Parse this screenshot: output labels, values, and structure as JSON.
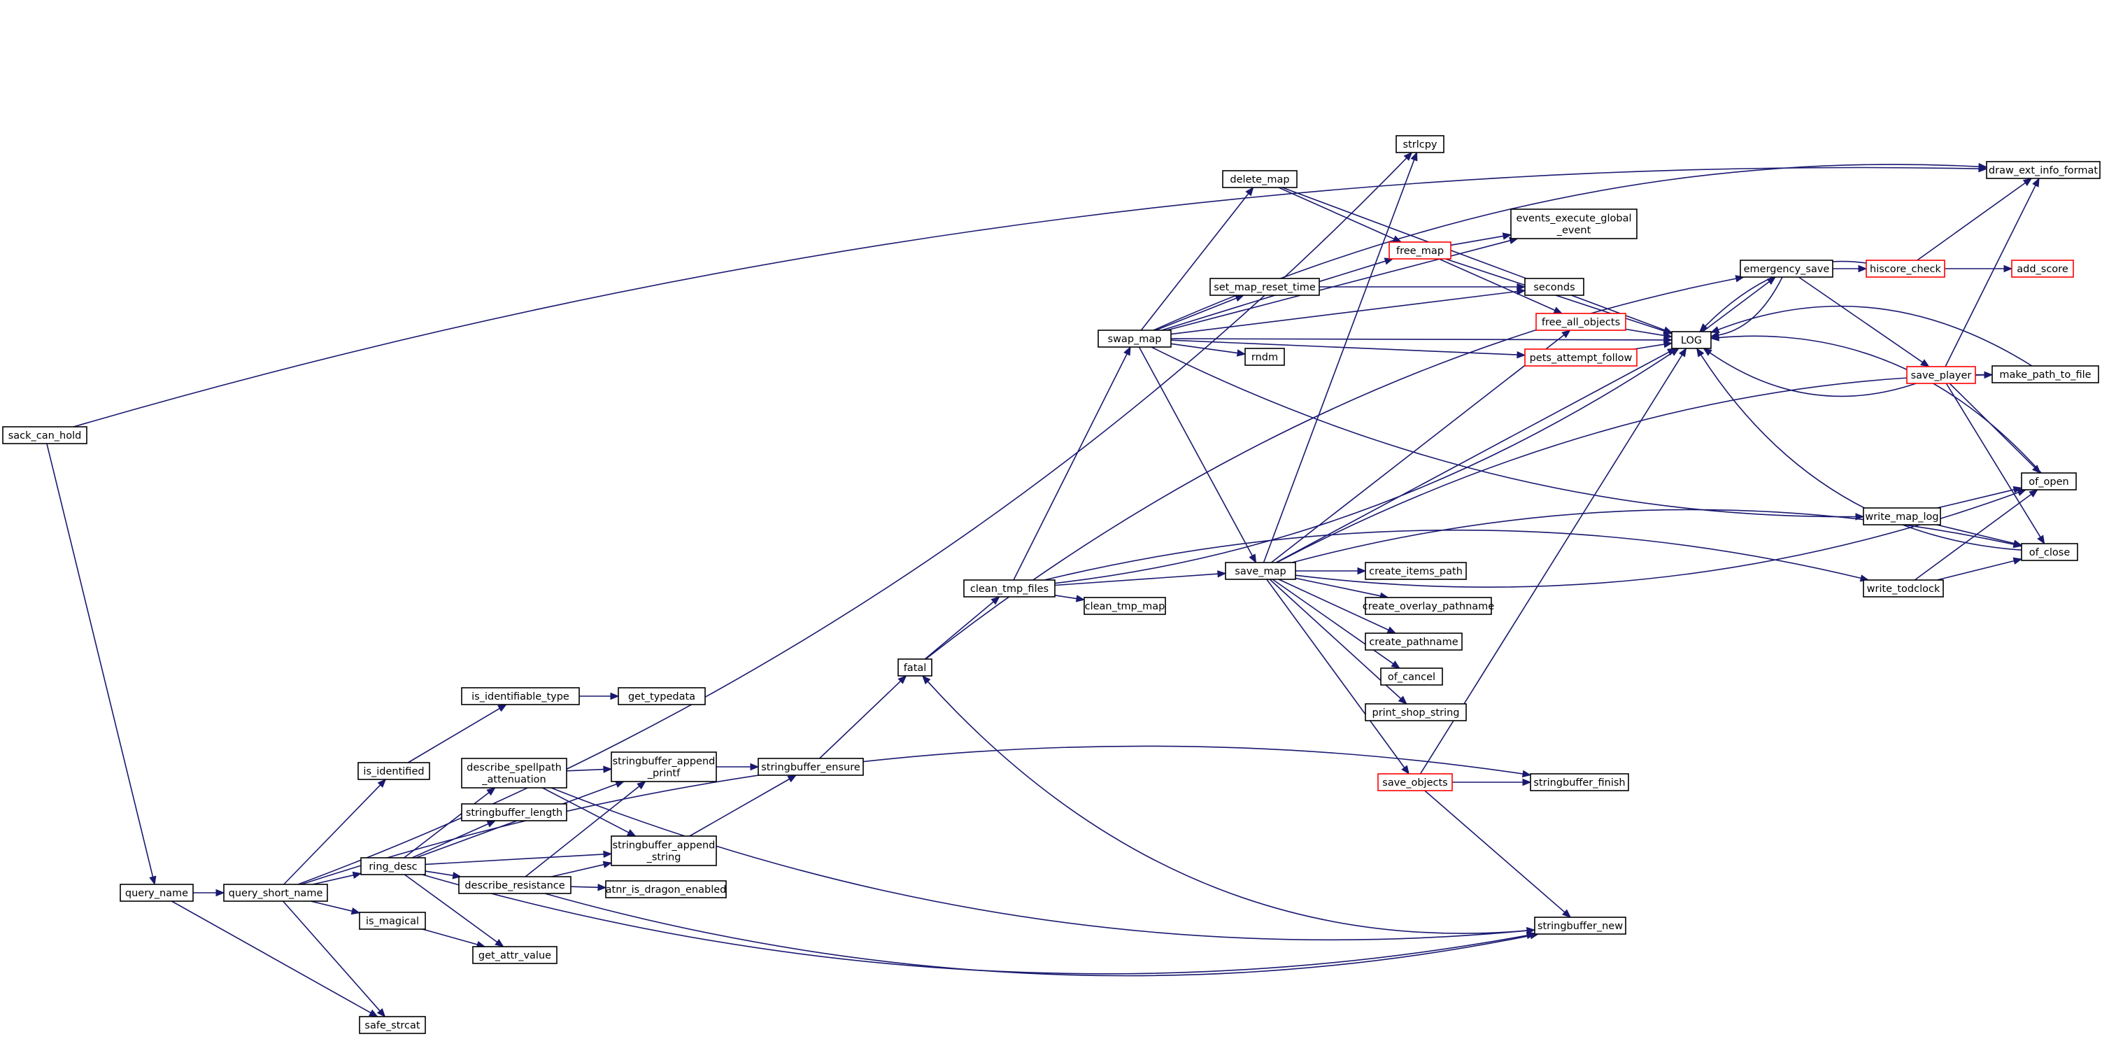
{
  "colors": {
    "edge": "#191970",
    "node_border": "#000000",
    "truncated_border": "#ff0000",
    "root_fill": "#bfbfbf"
  },
  "nodes": [
    {
      "id": "sack_can_hold",
      "label": [
        "sack_can_hold"
      ],
      "style": "root"
    },
    {
      "id": "query_name",
      "label": [
        "query_name"
      ],
      "style": "normal"
    },
    {
      "id": "query_short_name",
      "label": [
        "query_short_name"
      ],
      "style": "normal"
    },
    {
      "id": "safe_strcat",
      "label": [
        "safe_strcat"
      ],
      "style": "normal"
    },
    {
      "id": "is_identified",
      "label": [
        "is_identified"
      ],
      "style": "normal"
    },
    {
      "id": "ring_desc",
      "label": [
        "ring_desc"
      ],
      "style": "normal"
    },
    {
      "id": "is_magical",
      "label": [
        "is_magical"
      ],
      "style": "normal"
    },
    {
      "id": "is_identifiable_type",
      "label": [
        "is_identifiable_type"
      ],
      "style": "normal"
    },
    {
      "id": "get_typedata",
      "label": [
        "get_typedata"
      ],
      "style": "normal"
    },
    {
      "id": "describe_spellpath_attenuation",
      "label": [
        "describe_spellpath",
        "_attenuation"
      ],
      "style": "normal"
    },
    {
      "id": "stringbuffer_length",
      "label": [
        "stringbuffer_length"
      ],
      "style": "normal"
    },
    {
      "id": "describe_resistance",
      "label": [
        "describe_resistance"
      ],
      "style": "normal"
    },
    {
      "id": "get_attr_value",
      "label": [
        "get_attr_value"
      ],
      "style": "normal"
    },
    {
      "id": "stringbuffer_append_printf",
      "label": [
        "stringbuffer_append",
        "_printf"
      ],
      "style": "normal"
    },
    {
      "id": "stringbuffer_append_string",
      "label": [
        "stringbuffer_append",
        "_string"
      ],
      "style": "normal"
    },
    {
      "id": "atnr_is_dragon_enabled",
      "label": [
        "atnr_is_dragon_enabled"
      ],
      "style": "normal"
    },
    {
      "id": "stringbuffer_ensure",
      "label": [
        "stringbuffer_ensure"
      ],
      "style": "normal"
    },
    {
      "id": "fatal",
      "label": [
        "fatal"
      ],
      "style": "normal"
    },
    {
      "id": "clean_tmp_files",
      "label": [
        "clean_tmp_files"
      ],
      "style": "normal"
    },
    {
      "id": "clean_tmp_map",
      "label": [
        "clean_tmp_map"
      ],
      "style": "normal"
    },
    {
      "id": "swap_map",
      "label": [
        "swap_map"
      ],
      "style": "normal"
    },
    {
      "id": "delete_map",
      "label": [
        "delete_map"
      ],
      "style": "normal"
    },
    {
      "id": "set_map_reset_time",
      "label": [
        "set_map_reset_time"
      ],
      "style": "normal"
    },
    {
      "id": "rndm",
      "label": [
        "rndm"
      ],
      "style": "normal"
    },
    {
      "id": "save_map",
      "label": [
        "save_map"
      ],
      "style": "normal"
    },
    {
      "id": "create_items_path",
      "label": [
        "create_items_path"
      ],
      "style": "normal"
    },
    {
      "id": "create_overlay_pathname",
      "label": [
        "create_overlay_pathname"
      ],
      "style": "normal"
    },
    {
      "id": "create_pathname",
      "label": [
        "create_pathname"
      ],
      "style": "normal"
    },
    {
      "id": "of_cancel",
      "label": [
        "of_cancel"
      ],
      "style": "normal"
    },
    {
      "id": "print_shop_string",
      "label": [
        "print_shop_string"
      ],
      "style": "normal"
    },
    {
      "id": "save_objects",
      "label": [
        "save_objects"
      ],
      "style": "truncated"
    },
    {
      "id": "strlcpy",
      "label": [
        "strlcpy"
      ],
      "style": "normal"
    },
    {
      "id": "free_map",
      "label": [
        "free_map"
      ],
      "style": "truncated"
    },
    {
      "id": "events_execute_global_event",
      "label": [
        "events_execute_global",
        "_event"
      ],
      "style": "normal"
    },
    {
      "id": "seconds",
      "label": [
        "seconds"
      ],
      "style": "normal"
    },
    {
      "id": "free_all_objects",
      "label": [
        "free_all_objects"
      ],
      "style": "truncated"
    },
    {
      "id": "pets_attempt_follow",
      "label": [
        "pets_attempt_follow"
      ],
      "style": "truncated"
    },
    {
      "id": "stringbuffer_finish",
      "label": [
        "stringbuffer_finish"
      ],
      "style": "normal"
    },
    {
      "id": "stringbuffer_new",
      "label": [
        "stringbuffer_new"
      ],
      "style": "normal"
    },
    {
      "id": "LOG",
      "label": [
        "LOG"
      ],
      "style": "normal"
    },
    {
      "id": "emergency_save",
      "label": [
        "emergency_save"
      ],
      "style": "normal"
    },
    {
      "id": "hiscore_check",
      "label": [
        "hiscore_check"
      ],
      "style": "truncated"
    },
    {
      "id": "add_score",
      "label": [
        "add_score"
      ],
      "style": "truncated"
    },
    {
      "id": "save_player",
      "label": [
        "save_player"
      ],
      "style": "truncated"
    },
    {
      "id": "write_map_log",
      "label": [
        "write_map_log"
      ],
      "style": "normal"
    },
    {
      "id": "write_todclock",
      "label": [
        "write_todclock"
      ],
      "style": "normal"
    },
    {
      "id": "draw_ext_info_format",
      "label": [
        "draw_ext_info_format"
      ],
      "style": "normal"
    },
    {
      "id": "make_path_to_file",
      "label": [
        "make_path_to_file"
      ],
      "style": "normal"
    },
    {
      "id": "of_open",
      "label": [
        "of_open"
      ],
      "style": "normal"
    },
    {
      "id": "of_close",
      "label": [
        "of_close"
      ],
      "style": "normal"
    }
  ],
  "edges": [
    [
      "sack_can_hold",
      "query_name"
    ],
    [
      "sack_can_hold",
      "draw_ext_info_format"
    ],
    [
      "query_name",
      "query_short_name"
    ],
    [
      "query_name",
      "safe_strcat"
    ],
    [
      "query_short_name",
      "is_identified"
    ],
    [
      "query_short_name",
      "ring_desc"
    ],
    [
      "query_short_name",
      "is_magical"
    ],
    [
      "query_short_name",
      "safe_strcat"
    ],
    [
      "query_short_name",
      "strlcpy"
    ],
    [
      "query_short_name",
      "stringbuffer_finish"
    ],
    [
      "is_identified",
      "is_identifiable_type"
    ],
    [
      "is_identifiable_type",
      "get_typedata"
    ],
    [
      "ring_desc",
      "describe_spellpath_attenuation"
    ],
    [
      "ring_desc",
      "stringbuffer_length"
    ],
    [
      "ring_desc",
      "describe_resistance"
    ],
    [
      "ring_desc",
      "get_attr_value"
    ],
    [
      "ring_desc",
      "stringbuffer_append_printf"
    ],
    [
      "ring_desc",
      "stringbuffer_append_string"
    ],
    [
      "ring_desc",
      "stringbuffer_new"
    ],
    [
      "is_magical",
      "get_attr_value"
    ],
    [
      "describe_spellpath_attenuation",
      "stringbuffer_append_printf"
    ],
    [
      "describe_spellpath_attenuation",
      "stringbuffer_append_string"
    ],
    [
      "describe_spellpath_attenuation",
      "stringbuffer_new"
    ],
    [
      "describe_resistance",
      "stringbuffer_append_printf"
    ],
    [
      "describe_resistance",
      "stringbuffer_append_string"
    ],
    [
      "describe_resistance",
      "atnr_is_dragon_enabled"
    ],
    [
      "describe_resistance",
      "stringbuffer_new"
    ],
    [
      "stringbuffer_append_printf",
      "stringbuffer_ensure"
    ],
    [
      "stringbuffer_append_string",
      "stringbuffer_ensure"
    ],
    [
      "stringbuffer_ensure",
      "fatal"
    ],
    [
      "fatal",
      "clean_tmp_files"
    ],
    [
      "fatal",
      "emergency_save"
    ],
    [
      "clean_tmp_files",
      "swap_map"
    ],
    [
      "clean_tmp_files",
      "save_map"
    ],
    [
      "clean_tmp_files",
      "clean_tmp_map"
    ],
    [
      "clean_tmp_files",
      "write_todclock"
    ],
    [
      "clean_tmp_files",
      "LOG"
    ],
    [
      "swap_map",
      "delete_map"
    ],
    [
      "swap_map",
      "events_execute_global_event"
    ],
    [
      "swap_map",
      "free_map"
    ],
    [
      "swap_map",
      "set_map_reset_time"
    ],
    [
      "swap_map",
      "seconds"
    ],
    [
      "swap_map",
      "rndm"
    ],
    [
      "swap_map",
      "pets_attempt_follow"
    ],
    [
      "swap_map",
      "LOG"
    ],
    [
      "swap_map",
      "save_map"
    ],
    [
      "swap_map",
      "write_map_log"
    ],
    [
      "swap_map",
      "draw_ext_info_format"
    ],
    [
      "delete_map",
      "free_map"
    ],
    [
      "delete_map",
      "LOG"
    ],
    [
      "free_map",
      "events_execute_global_event"
    ],
    [
      "free_map",
      "free_all_objects"
    ],
    [
      "free_map",
      "LOG"
    ],
    [
      "set_map_reset_time",
      "seconds"
    ],
    [
      "save_map",
      "create_items_path"
    ],
    [
      "save_map",
      "create_overlay_pathname"
    ],
    [
      "save_map",
      "create_pathname"
    ],
    [
      "save_map",
      "of_cancel"
    ],
    [
      "save_map",
      "print_shop_string"
    ],
    [
      "save_map",
      "save_objects"
    ],
    [
      "save_map",
      "strlcpy"
    ],
    [
      "save_map",
      "free_all_objects"
    ],
    [
      "save_map",
      "LOG"
    ],
    [
      "save_map",
      "make_path_to_file"
    ],
    [
      "save_map",
      "of_open"
    ],
    [
      "save_map",
      "of_close"
    ],
    [
      "save_objects",
      "stringbuffer_finish"
    ],
    [
      "save_objects",
      "stringbuffer_new"
    ],
    [
      "save_objects",
      "LOG"
    ],
    [
      "stringbuffer_new",
      "fatal"
    ],
    [
      "free_all_objects",
      "LOG"
    ],
    [
      "pets_attempt_follow",
      "LOG"
    ],
    [
      "LOG",
      "emergency_save"
    ],
    [
      "emergency_save",
      "LOG"
    ],
    [
      "emergency_save",
      "hiscore_check"
    ],
    [
      "emergency_save",
      "save_player"
    ],
    [
      "hiscore_check",
      "draw_ext_info_format"
    ],
    [
      "hiscore_check",
      "add_score"
    ],
    [
      "hiscore_check",
      "LOG"
    ],
    [
      "save_player",
      "LOG"
    ],
    [
      "save_player",
      "draw_ext_info_format"
    ],
    [
      "save_player",
      "make_path_to_file"
    ],
    [
      "save_player",
      "of_open"
    ],
    [
      "save_player",
      "of_close"
    ],
    [
      "make_path_to_file",
      "LOG"
    ],
    [
      "write_map_log",
      "of_open"
    ],
    [
      "write_map_log",
      "of_close"
    ],
    [
      "write_todclock",
      "of_open"
    ],
    [
      "write_todclock",
      "of_close"
    ],
    [
      "of_close",
      "LOG"
    ],
    [
      "of_open",
      "LOG"
    ]
  ]
}
